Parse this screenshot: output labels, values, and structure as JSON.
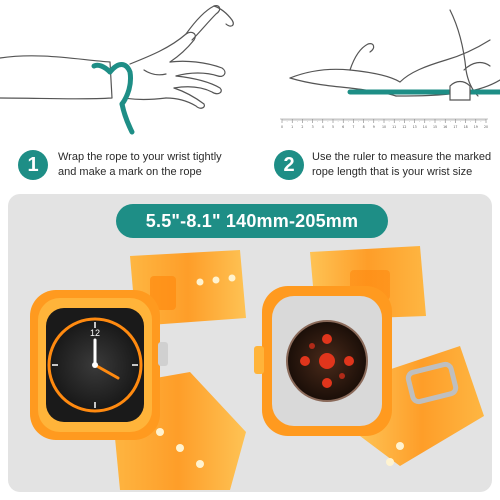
{
  "steps": [
    {
      "number": "1",
      "line1": "Wrap the rope to your wrist tightly",
      "line2": "and make a mark on the rope"
    },
    {
      "number": "2",
      "line1": "Use the ruler to measure the marked",
      "line2": "rope length that is your wrist size"
    }
  ],
  "size_banner": "5.5\"-8.1\" 140mm-205mm",
  "ruler_ticks": [
    "0",
    "1",
    "2",
    "3",
    "4",
    "5",
    "6",
    "7",
    "8",
    "9",
    "10",
    "11",
    "12",
    "13",
    "14",
    "15",
    "16",
    "17",
    "18",
    "19",
    "20"
  ],
  "colors": {
    "accent": "#1e8e86",
    "band": "#ff9a1f",
    "band_light": "#ffc14d",
    "panel": "#e3e3e3"
  },
  "icons": [
    "hand-sketch-icon",
    "ruler-icon"
  ],
  "watch_face": {
    "hour": "12"
  }
}
